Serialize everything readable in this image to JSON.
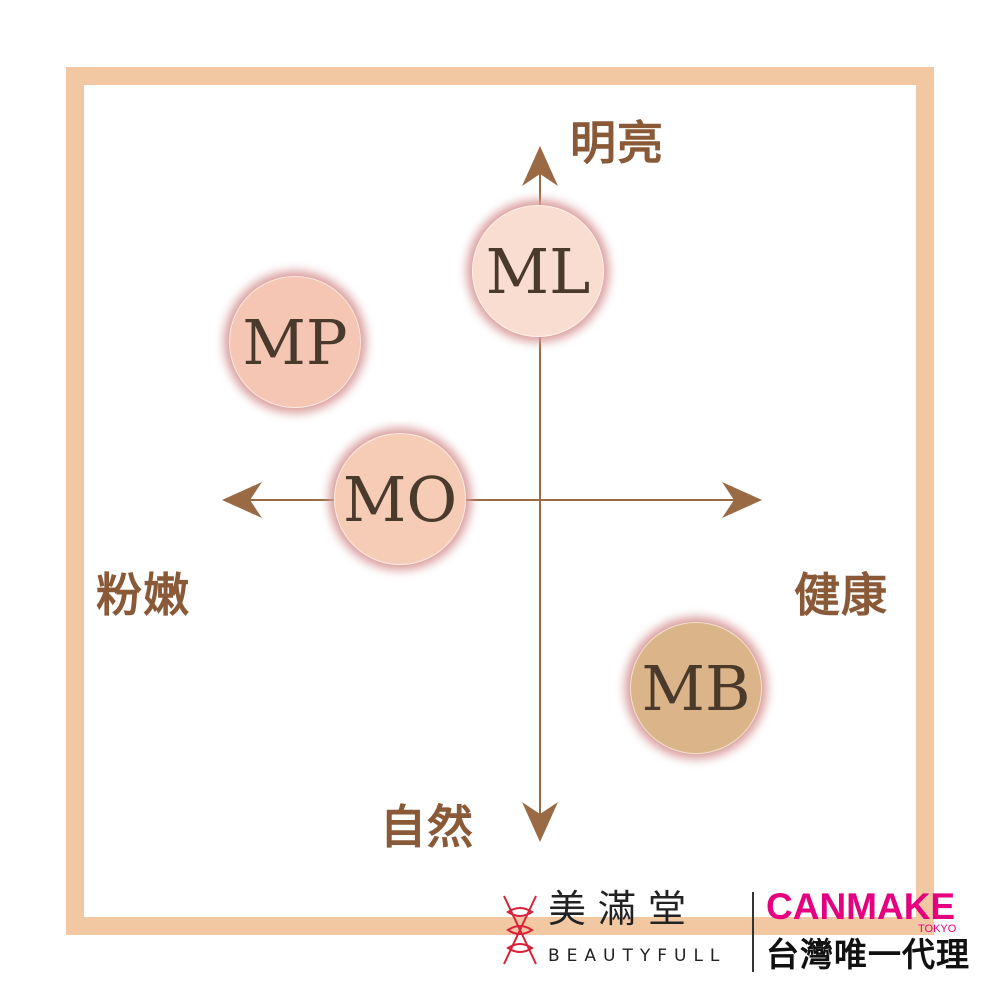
{
  "axes": {
    "top": "明亮",
    "bottom": "自然",
    "left": "粉嫩",
    "right": "健康"
  },
  "shades": [
    {
      "id": "ML",
      "label": "ML",
      "color": "#f9ddd0"
    },
    {
      "id": "MP",
      "label": "MP",
      "color": "#f4c6b3"
    },
    {
      "id": "MO",
      "label": "MO",
      "color": "#f6ccb6"
    },
    {
      "id": "MB",
      "label": "MB",
      "color": "#dcb489"
    }
  ],
  "colors": {
    "frame": "#f2c8a3",
    "axis": "#9a6a44",
    "label": "#8a5a38",
    "glow": "#d99a9a",
    "canmake": "#e4007f"
  },
  "footer": {
    "brand_cn": "美滿堂",
    "brand_en": "BEAUTYFULL",
    "canmake": "CANMAKE",
    "tokyo": "TOKYO",
    "agent": "台灣唯一代理"
  }
}
